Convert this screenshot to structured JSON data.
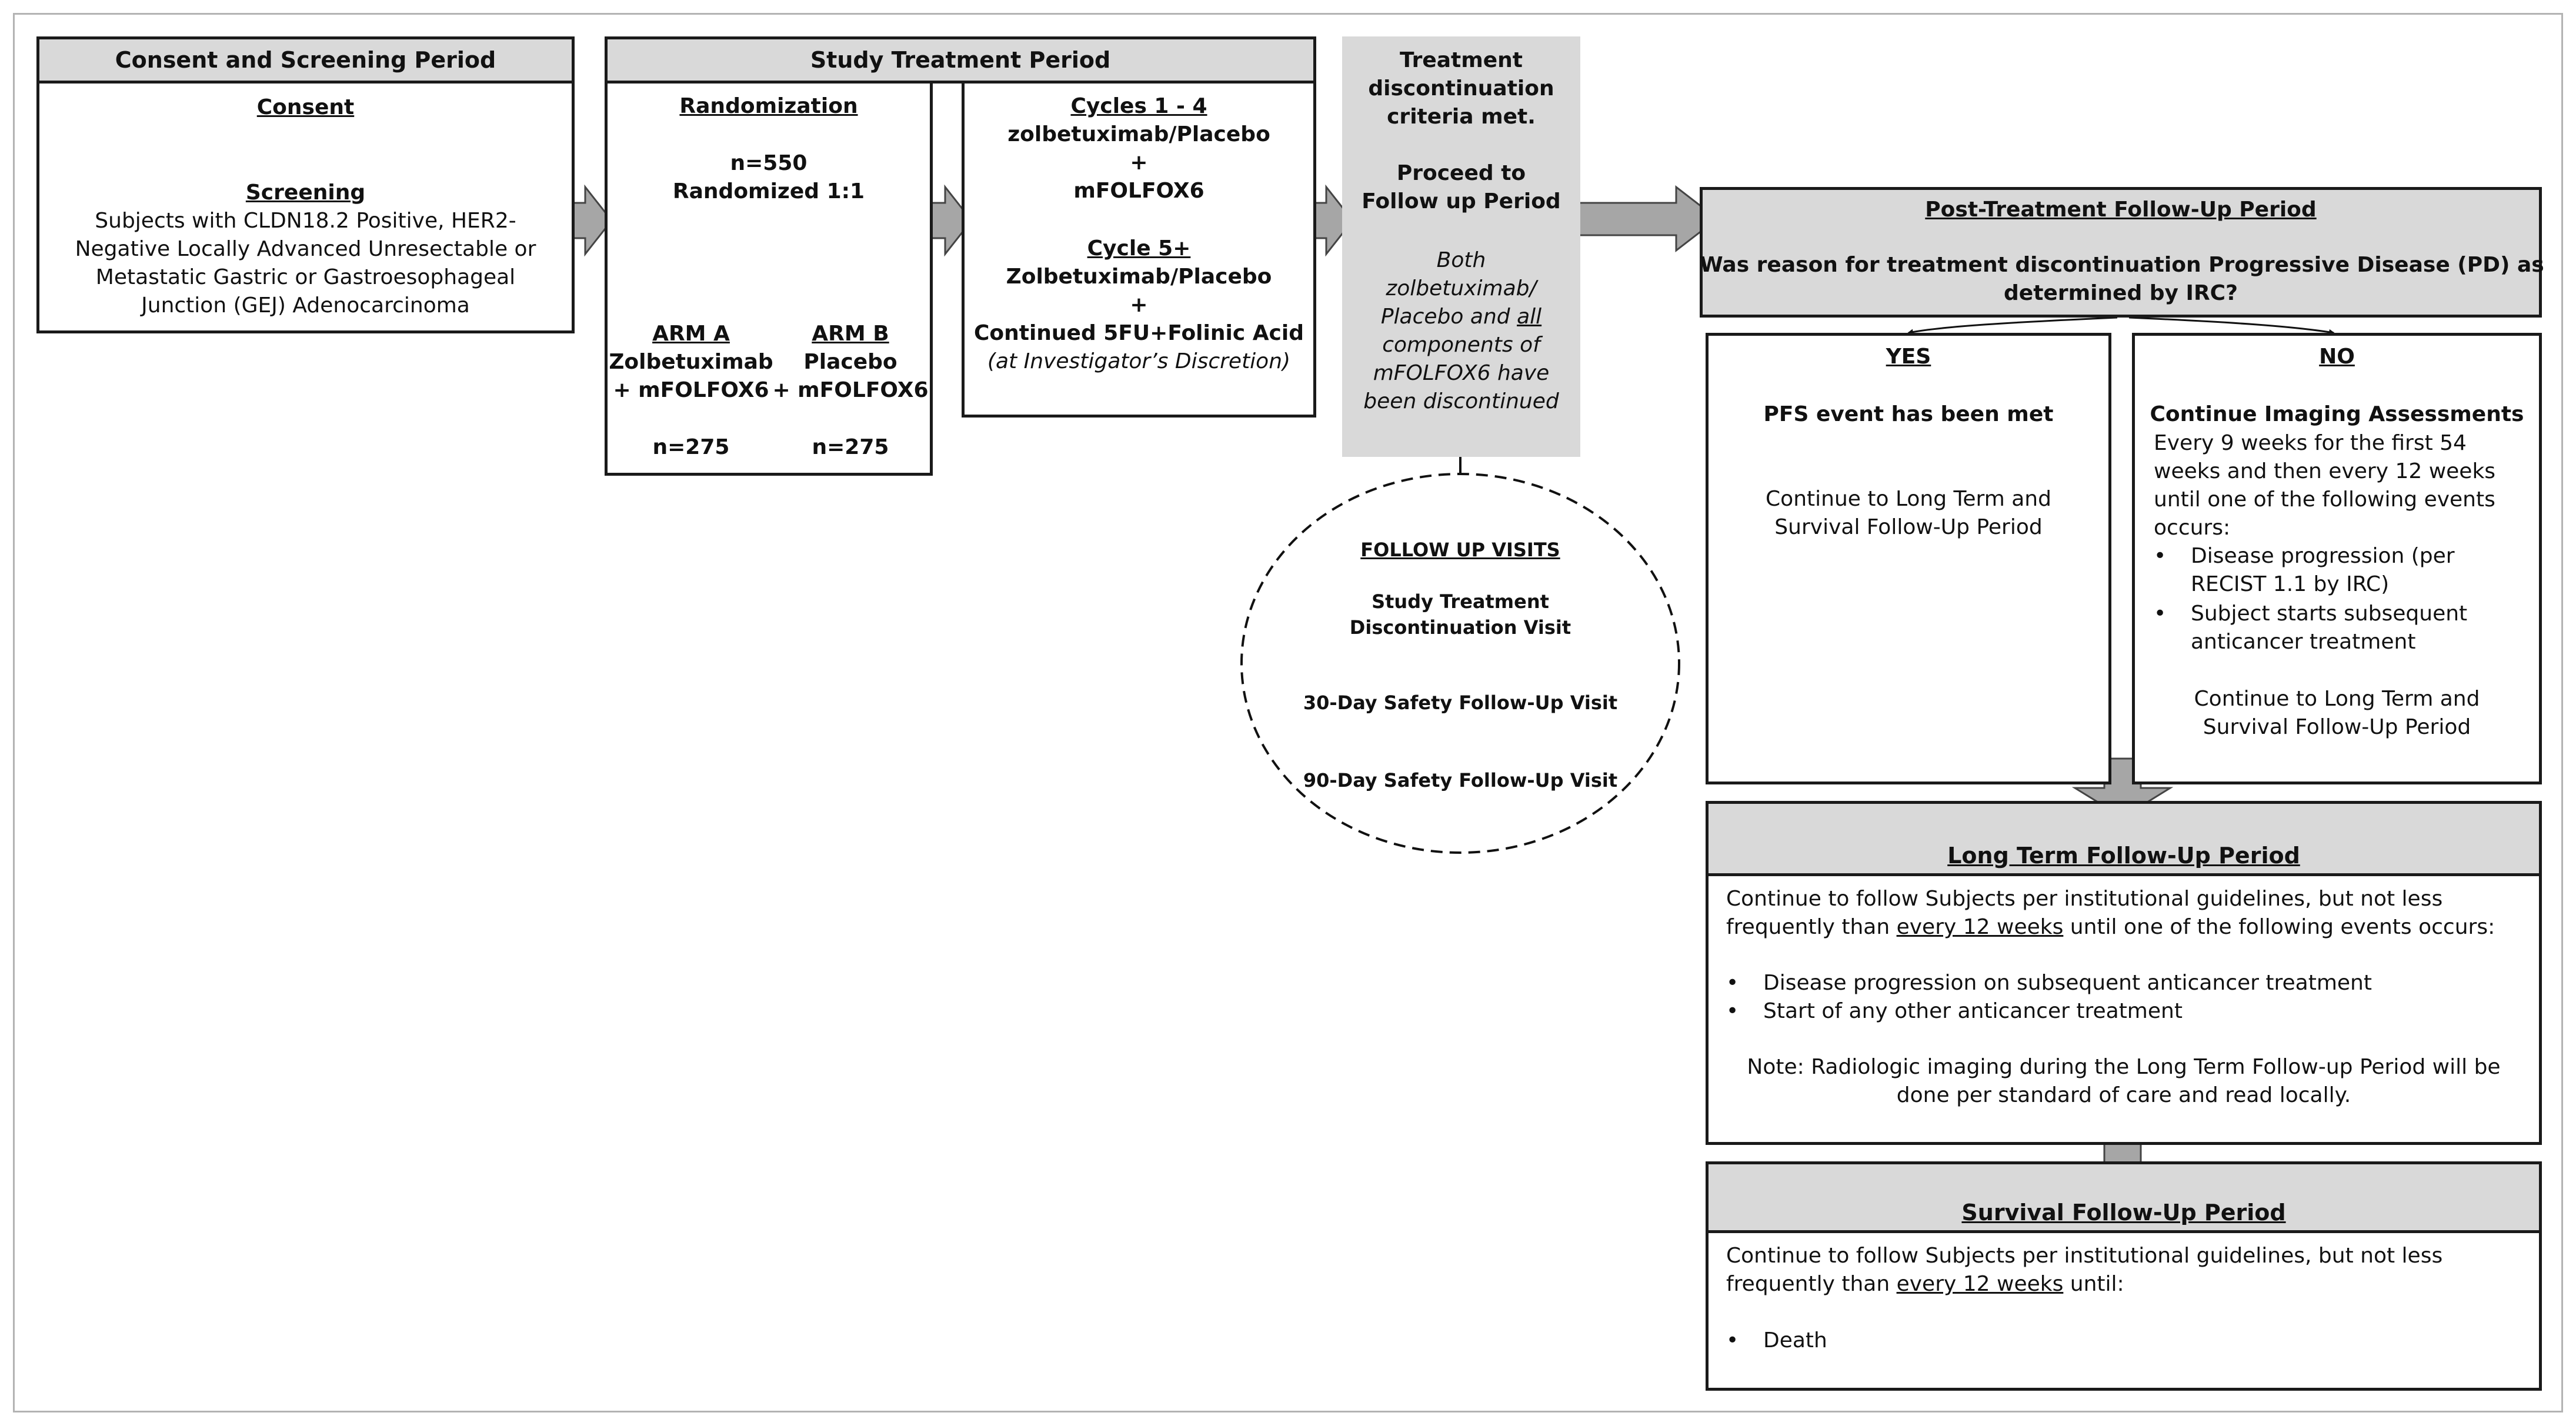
{
  "consent_screening": {
    "header": "Consent and Screening Period",
    "consent": "Consent",
    "screening": "Screening",
    "screening_lines": [
      "Subjects with CLDN18.2 Positive, HER2-",
      "Negative Locally Advanced Unresectable or",
      "Metastatic Gastric or Gastroesophageal",
      "Junction (GEJ) Adenocarcinoma"
    ]
  },
  "study_treatment": {
    "header": "Study Treatment Period",
    "randomization": "Randomization",
    "n_total": "n=550",
    "ratio": "Randomized 1:1",
    "arm_a": {
      "title": "ARM A",
      "line1": "Zolbetuximab",
      "line2": "+ mFOLFOX6",
      "n": "n=275"
    },
    "arm_b": {
      "title": "ARM B",
      "line1": "Placebo",
      "line2": "+ mFOLFOX6",
      "n": "n=275"
    },
    "cycles_1_4": {
      "title": "Cycles 1 - 4",
      "line1": "zolbetuximab/Placebo",
      "plus": "+",
      "line2": "mFOLFOX6"
    },
    "cycle_5": {
      "title": "Cycle 5+",
      "line1": "Zolbetuximab/Placebo",
      "plus": "+",
      "line2": "Continued 5FU+Folinic Acid",
      "line3": "(at Investigator’s Discretion)"
    }
  },
  "discontinuation": {
    "lines": [
      "Treatment",
      "discontinuation",
      "criteria met."
    ],
    "proceed": [
      "Proceed to",
      "Follow up Period"
    ],
    "note_lines": [
      "Both",
      "zolbetuximab/",
      "Placebo and all",
      "components of",
      "mFOLFOX6 have",
      "been discontinued"
    ]
  },
  "follow_up_visits": {
    "title": "FOLLOW UP VISITS",
    "visit1": [
      "Study Treatment",
      "Discontinuation Visit"
    ],
    "visit2": "30-Day Safety Follow-Up Visit",
    "visit3": "90-Day Safety Follow-Up Visit"
  },
  "post_treatment": {
    "header": "Post-Treatment Follow-Up Period",
    "question": [
      "Was reason for treatment discontinuation Progressive Disease (PD) as",
      "determined by IRC?"
    ],
    "yes": {
      "label": "YES",
      "event": "PFS event has been met",
      "continue": [
        "Continue to Long Term and",
        "Survival Follow-Up Period"
      ]
    },
    "no": {
      "label": "NO",
      "title": "Continue Imaging Assessments",
      "lines": [
        "Every 9 weeks for the first 54",
        "weeks and then every 12 weeks",
        "until one of the following events",
        "occurs:"
      ],
      "bullet1": [
        "Disease progression (per",
        "RECIST 1.1 by IRC)"
      ],
      "bullet2": [
        "Subject starts subsequent",
        "anticancer treatment"
      ],
      "continue": [
        "Continue to Long Term and",
        "Survival Follow-Up Period"
      ]
    }
  },
  "long_term": {
    "header": "Long Term Follow-Up Period",
    "line1": "Continue to follow Subjects per institutional guidelines, but not less",
    "line2_pre": "frequently than ",
    "line2_u": "every 12 weeks",
    "line2_post": " until one of the following events occurs:",
    "bullet1": "Disease progression on subsequent anticancer treatment",
    "bullet2": "Start of any other anticancer treatment",
    "note1": "Note: Radiologic imaging during the Long Term Follow-up Period will be",
    "note2": "done per standard of care and read locally."
  },
  "survival": {
    "header": "Survival Follow-Up Period",
    "line1": "Continue to follow Subjects per institutional guidelines, but not less",
    "line2_pre": "frequently than ",
    "line2_u": "every 12 weeks",
    "line2_post": " until:",
    "bullet1": "Death"
  },
  "colors": {
    "header_fill": "#d9d9d9",
    "arrow_fill": "#a6a6a6",
    "border": "#1a1a1a"
  }
}
